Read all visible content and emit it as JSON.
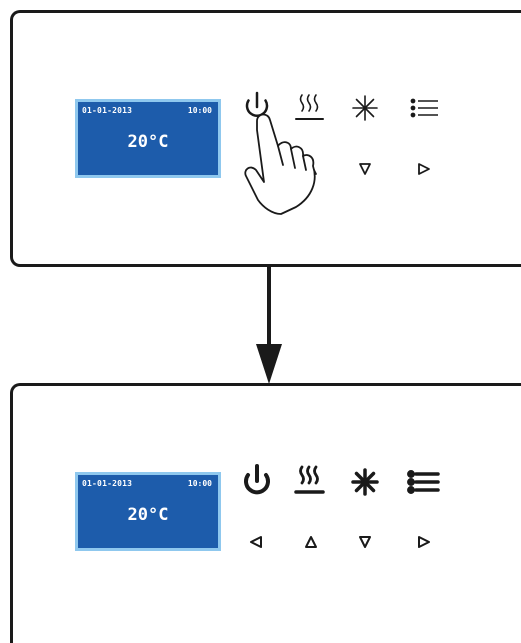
{
  "colors": {
    "display_background": "#1d5cab",
    "display_border": "#8fc8ee",
    "display_text": "#ffffff",
    "outline": "#1a1a1a"
  },
  "before": {
    "display": {
      "date": "01-01-2013",
      "time": "10:00",
      "temperature": "20°C"
    },
    "buttons": [
      "power-icon",
      "heating-icon",
      "cooling-icon",
      "menu-icon",
      "up-arrow-icon",
      "down-arrow-icon",
      "right-arrow-icon"
    ],
    "state": "off"
  },
  "after": {
    "display": {
      "date": "01-01-2013",
      "time": "10:00",
      "temperature": "20°C"
    },
    "buttons": [
      "power-icon",
      "heating-icon",
      "cooling-icon",
      "menu-icon",
      "left-arrow-icon",
      "up-arrow-icon",
      "down-arrow-icon",
      "right-arrow-icon"
    ],
    "state": "on"
  },
  "action": "press-power-button"
}
